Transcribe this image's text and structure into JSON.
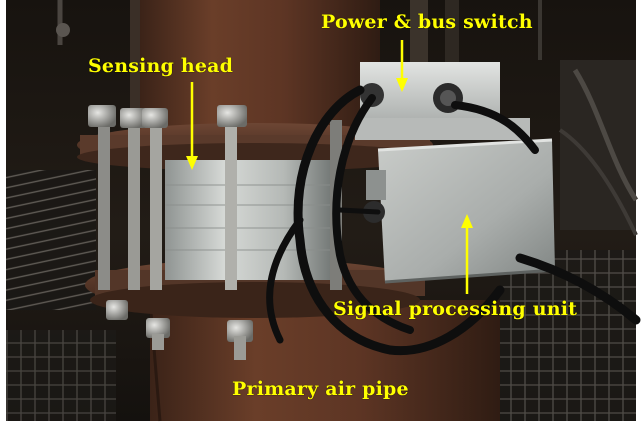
{
  "labels": {
    "power_bus_switch": "Power & bus switch",
    "sensing_head": "Sensing head",
    "signal_processing_unit": "Signal processing unit",
    "primary_air_pipe": "Primary air pipe"
  },
  "colors": {
    "label_text": "#ffff00",
    "arrow": "#ffff00",
    "background_dark": "#1a1712",
    "pipe_rust": "#5a3524",
    "metal_box": "#b3b6b3",
    "cable": "#0d0d0d"
  }
}
